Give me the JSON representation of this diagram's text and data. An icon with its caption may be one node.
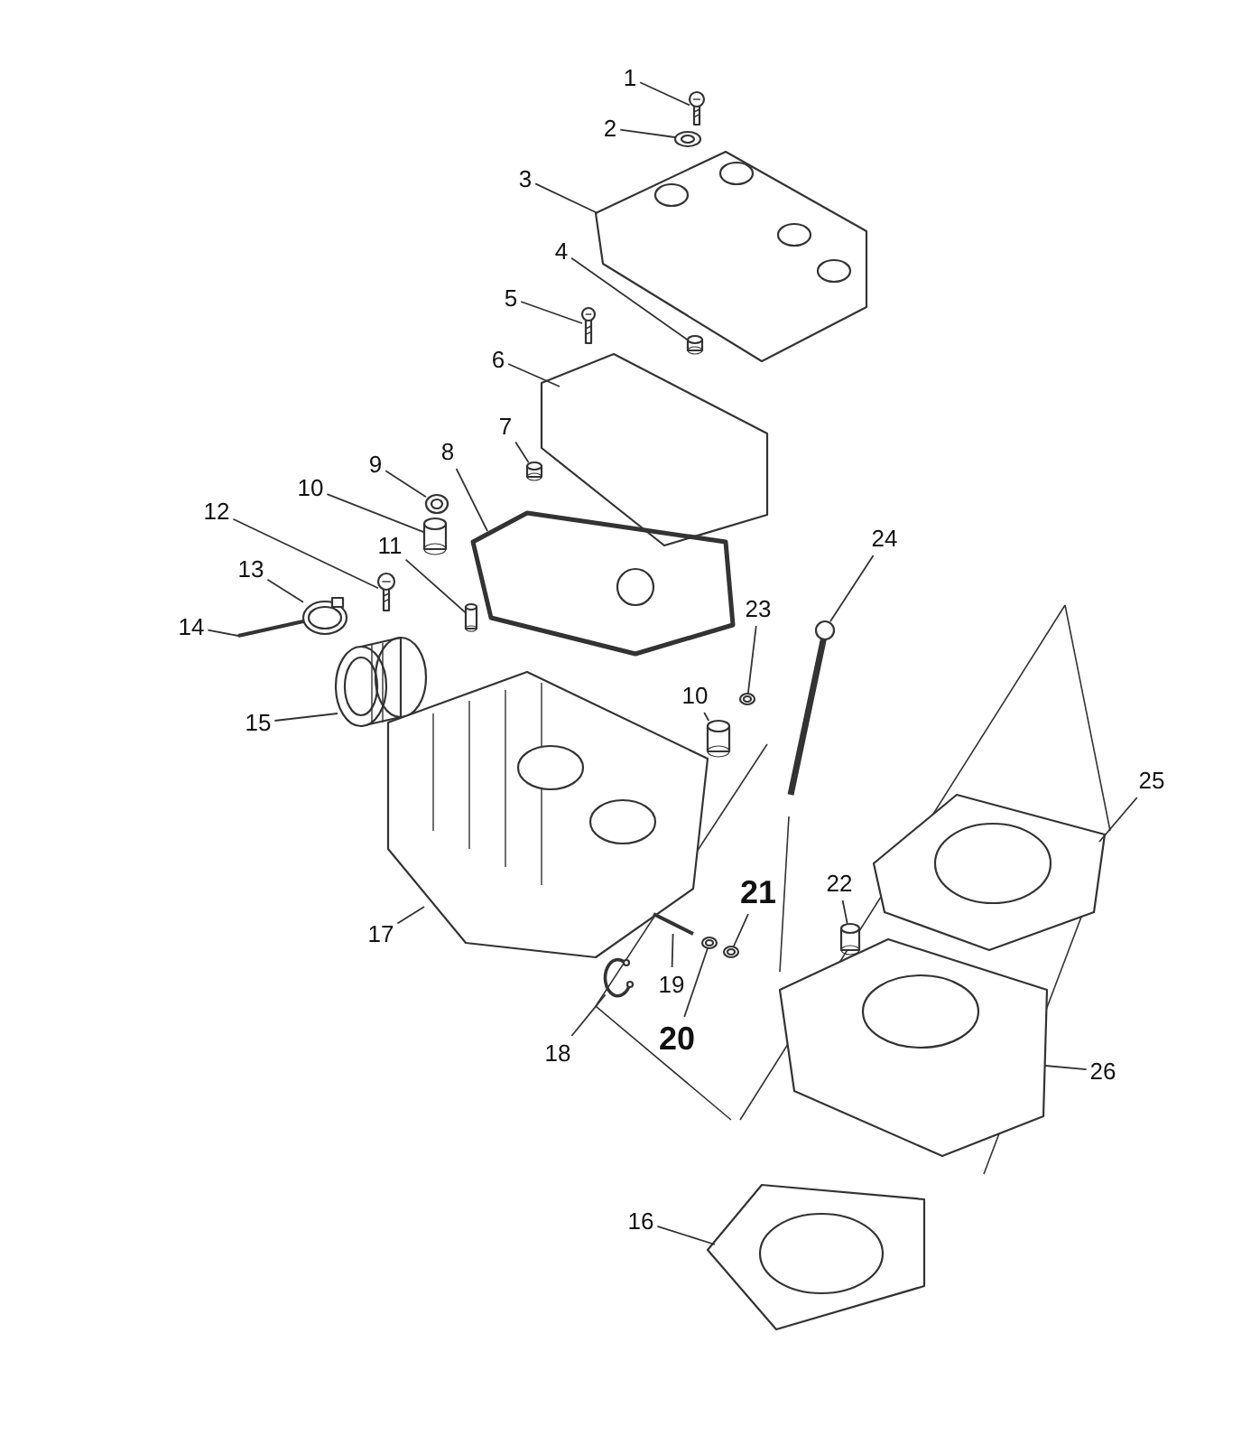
{
  "diagram": {
    "nodes": [
      {
        "text": [
          "1"
        ]
      },
      {
        "text": [
          "2"
        ]
      },
      {
        "text": [
          "3"
        ]
      },
      {
        "text": [
          "4"
        ]
      },
      {
        "text": [
          "5"
        ]
      },
      {
        "text": [
          "6"
        ]
      },
      {
        "text": [
          "7"
        ]
      },
      {
        "text": [
          "9"
        ]
      },
      {
        "text": [
          "8"
        ]
      },
      {
        "text": [
          "10"
        ]
      },
      {
        "text": [
          "12"
        ]
      },
      {
        "text": [
          "11"
        ]
      },
      {
        "text": [
          "24"
        ]
      },
      {
        "text": [
          "13"
        ]
      },
      {
        "text": [
          "23"
        ]
      },
      {
        "text": [
          "14"
        ]
      },
      {
        "text": [
          "10"
        ]
      },
      {
        "text": [
          "15"
        ]
      },
      {
        "text": [
          "25"
        ]
      },
      {
        "text": [
          "17"
        ]
      },
      {
        "text": [
          "22"
        ]
      },
      {
        "text": [
          "21"
        ]
      },
      {
        "text": [
          "19"
        ]
      },
      {
        "text": [
          "20"
        ]
      },
      {
        "text": [
          "18"
        ]
      },
      {
        "text": [
          "26"
        ]
      },
      {
        "text": [
          "16"
        ]
      },
      {
        "text": [],
        "shape": "picture"
      },
      {
        "text": [],
        "shape": "picture"
      },
      {
        "text": [],
        "shape": "picture"
      },
      {
        "text": [],
        "shape": "cylinder"
      },
      {
        "text": [],
        "shape": "picture"
      },
      {
        "text": [],
        "shape": "picture"
      },
      {
        "text": [],
        "shape": "cylinder"
      },
      {
        "text": [],
        "shape": "picture"
      },
      {
        "text": [],
        "shape": "picture"
      },
      {
        "text": [],
        "shape": "cylinder"
      },
      {
        "text": [],
        "shape": "picture"
      },
      {
        "text": [],
        "shape": "cylinder"
      },
      {
        "text": [],
        "shape": "picture"
      },
      {
        "text": [],
        "shape": "picture"
      },
      {
        "text": [],
        "shape": "picture"
      },
      {
        "text": [],
        "shape": "picture"
      },
      {
        "text": [],
        "shape": "cylinder"
      },
      {
        "text": [],
        "shape": "picture"
      },
      {
        "text": [],
        "shape": "picture"
      },
      {
        "text": [],
        "shape": "picture"
      },
      {
        "text": [],
        "shape": "cylinder"
      },
      {
        "text": [],
        "shape": "picture"
      },
      {
        "text": [],
        "shape": "picture"
      },
      {
        "text": [],
        "shape": "picture"
      },
      {
        "text": [],
        "shape": "picture"
      },
      {
        "text": [],
        "shape": "picture"
      },
      {
        "text": [],
        "shape": "picture"
      }
    ],
    "edges": [
      {
        "from": 0,
        "to": 27,
        "arrow": "none"
      },
      {
        "from": 1,
        "to": 28,
        "arrow": "none"
      },
      {
        "from": 2,
        "to": 29,
        "arrow": "none"
      },
      {
        "from": 3,
        "to": 30,
        "arrow": "none"
      },
      {
        "from": 4,
        "to": 31,
        "arrow": "none"
      },
      {
        "from": 5,
        "to": 32,
        "arrow": "none"
      },
      {
        "from": 6,
        "to": 33,
        "arrow": "none"
      },
      {
        "from": 7,
        "to": 34,
        "arrow": "none"
      },
      {
        "from": 8,
        "to": 35,
        "arrow": "none"
      },
      {
        "from": 9,
        "to": 36,
        "arrow": "none"
      },
      {
        "from": 10,
        "to": 37,
        "arrow": "none"
      },
      {
        "from": 11,
        "to": 38,
        "arrow": "none"
      },
      {
        "from": 12,
        "to": 39,
        "arrow": "none"
      },
      {
        "from": 13,
        "to": 40,
        "arrow": "none"
      },
      {
        "from": 14,
        "to": 41,
        "arrow": "none"
      },
      {
        "from": 15,
        "to": 42,
        "arrow": "none"
      },
      {
        "from": 16,
        "to": 43,
        "arrow": "none"
      },
      {
        "from": 17,
        "to": 44,
        "arrow": "none"
      },
      {
        "from": 18,
        "to": 45,
        "arrow": "none"
      },
      {
        "from": 19,
        "to": 46,
        "arrow": "none"
      },
      {
        "from": 20,
        "to": 47,
        "arrow": "none"
      },
      {
        "from": 21,
        "to": 48,
        "arrow": "none"
      },
      {
        "from": 22,
        "to": 49,
        "arrow": "none"
      },
      {
        "from": 23,
        "to": 50,
        "arrow": "none"
      },
      {
        "from": 24,
        "to": 51,
        "arrow": "none"
      },
      {
        "from": 25,
        "to": 52,
        "arrow": "none"
      },
      {
        "from": 26,
        "to": 53,
        "arrow": "none"
      }
    ]
  }
}
